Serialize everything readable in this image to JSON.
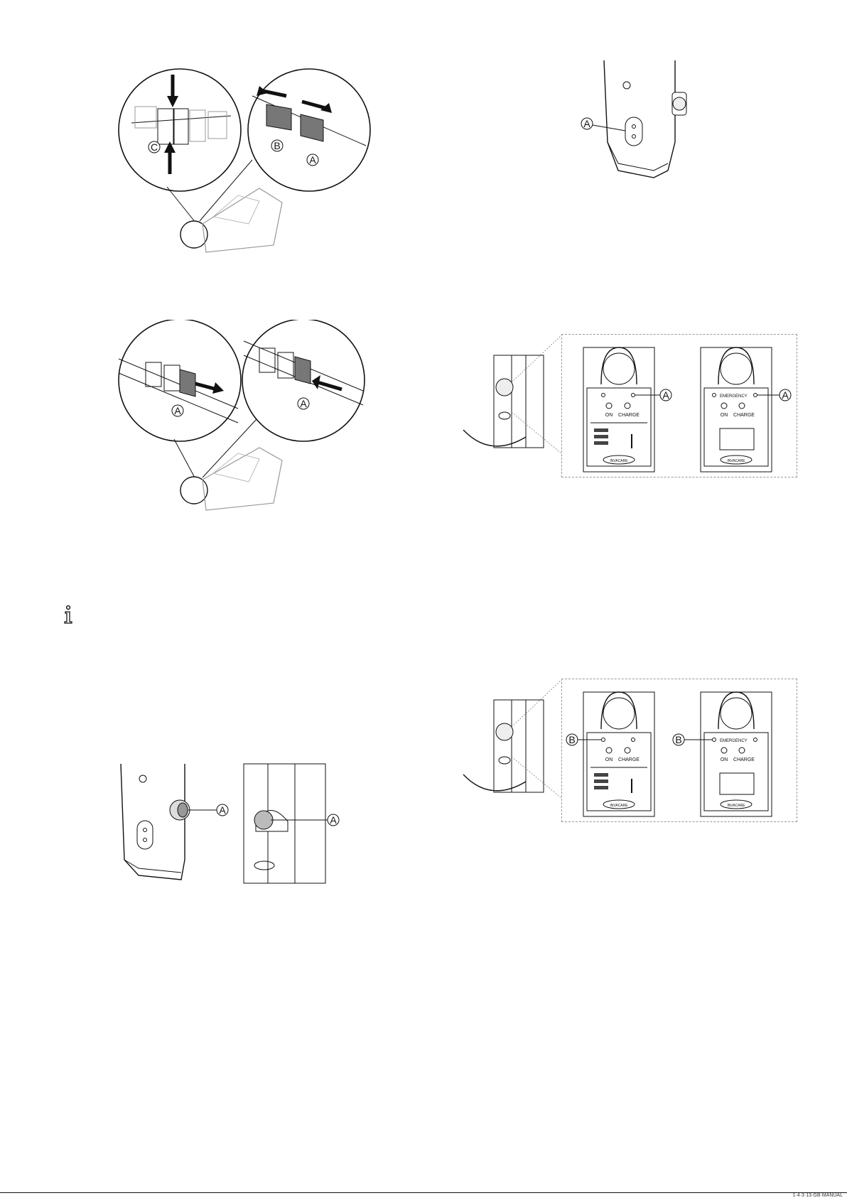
{
  "callouts": {
    "a": "A",
    "b": "B",
    "c": "C"
  },
  "panel_labels": {
    "on": "ON",
    "charge": "CHARGE",
    "emergency": "EMERGENCY"
  },
  "brand_mark": "INVACARE",
  "footer": {
    "code": "1·4·3·13·GB·MANUAL"
  },
  "colors": {
    "line": "#111111",
    "gray": "#888888",
    "dark_gray": "#666666"
  }
}
